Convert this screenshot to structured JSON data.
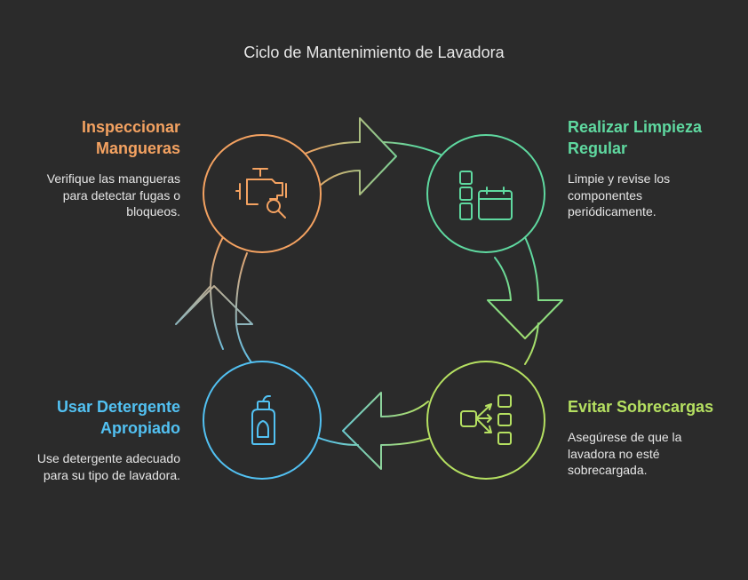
{
  "title": "Ciclo de Mantenimiento de Lavadora",
  "steps": [
    {
      "heading": "Inspeccionar Mangueras",
      "description": "Verifique las mangueras para detectar fugas o bloqueos.",
      "icon": "engine-inspect-icon",
      "color": "#f4a261"
    },
    {
      "heading": "Realizar Limpieza Regular",
      "description": "Limpie y revise los componentes periódicamente.",
      "icon": "calendar-schedule-icon",
      "color": "#5fd9a0"
    },
    {
      "heading": "Evitar Sobrecargas",
      "description": "Asegúrese de que la lavadora no esté sobrecargada.",
      "icon": "distribute-icon",
      "color": "#b5e061"
    },
    {
      "heading": "Usar Detergente Apropiado",
      "description": "Use detergente adecuado para su tipo de lavadora.",
      "icon": "detergent-bottle-icon",
      "color": "#52c1f2"
    }
  ]
}
